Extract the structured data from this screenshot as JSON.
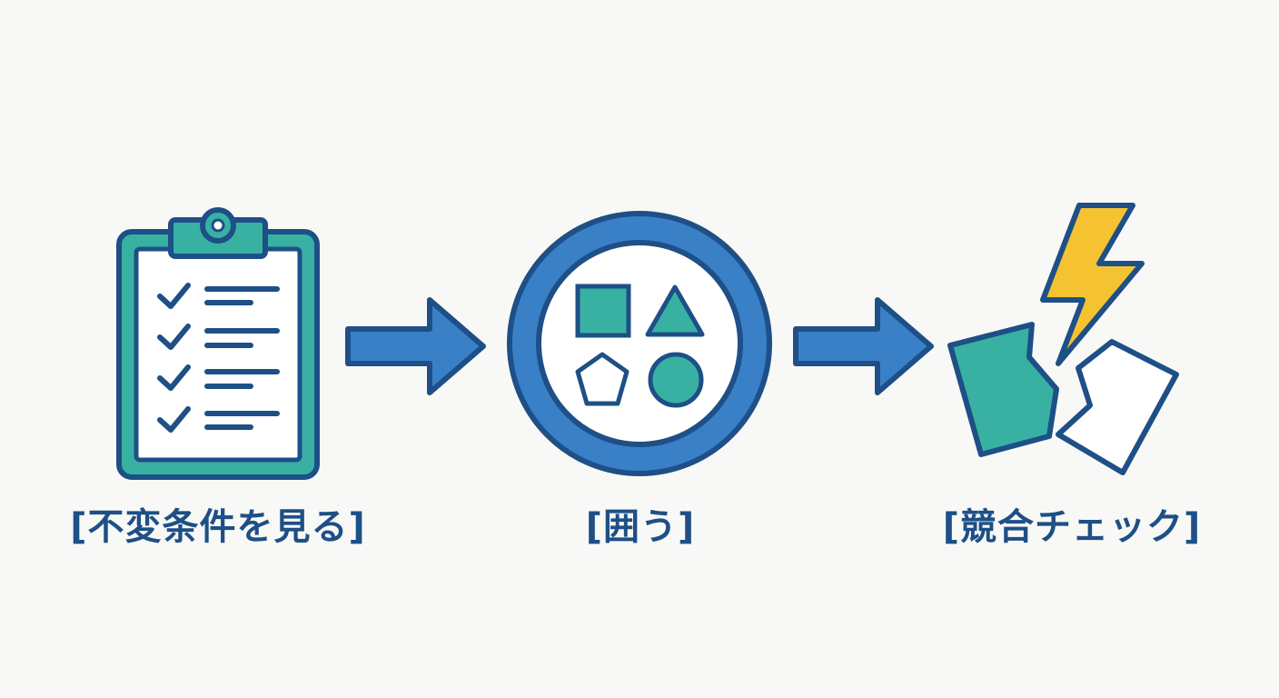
{
  "steps": [
    {
      "label": "[不変条件を見る]",
      "icon": "clipboard-checklist-icon"
    },
    {
      "label": "[囲う]",
      "icon": "enclosing-circle-shapes-icon"
    },
    {
      "label": "[競合チェック]",
      "icon": "lightning-broken-pieces-icon"
    }
  ],
  "connectors": [
    "arrow-right-icon",
    "arrow-right-icon"
  ],
  "colors": {
    "outline": "#1e4f86",
    "blue": "#3a80c6",
    "teal": "#38b1a3",
    "yellow": "#f5c332",
    "paper": "#ffffff",
    "background": "#f8f9f6"
  }
}
